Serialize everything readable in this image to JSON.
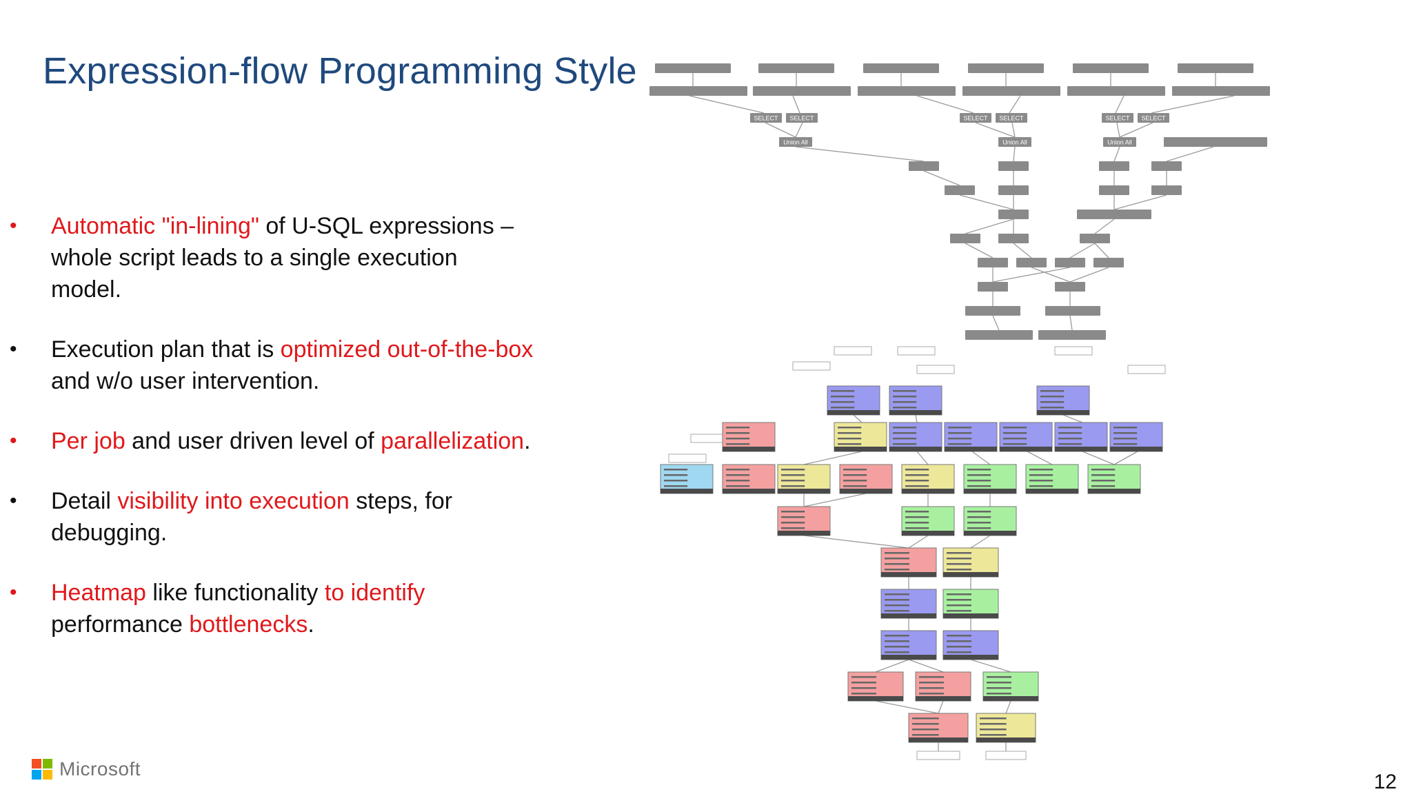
{
  "slide": {
    "title": "Expression-flow Programming Style",
    "page_number": "12",
    "logo_text": "Microsoft"
  },
  "bullets": [
    {
      "dot_color": "red",
      "segments": [
        {
          "text": "Automatic \"in-lining\"",
          "color": "red"
        },
        {
          "text": " of U-SQL expressions – whole script leads to a single execution model.",
          "color": "black"
        }
      ]
    },
    {
      "dot_color": "black",
      "segments": [
        {
          "text": "Execution plan that is ",
          "color": "black"
        },
        {
          "text": "optimized out-of-the-box",
          "color": "red"
        },
        {
          "text": " and w/o user intervention.",
          "color": "black"
        }
      ]
    },
    {
      "dot_color": "red",
      "segments": [
        {
          "text": "Per job",
          "color": "red"
        },
        {
          "text": " and user driven level of ",
          "color": "black"
        },
        {
          "text": "parallelization",
          "color": "red"
        },
        {
          "text": ".",
          "color": "black"
        }
      ]
    },
    {
      "dot_color": "black",
      "segments": [
        {
          "text": "Detail ",
          "color": "black"
        },
        {
          "text": "visibility into execution",
          "color": "red"
        },
        {
          "text": " steps, for debugging.",
          "color": "black"
        }
      ]
    },
    {
      "dot_color": "red",
      "segments": [
        {
          "text": "Heatmap",
          "color": "red"
        },
        {
          "text": " like functionality ",
          "color": "black"
        },
        {
          "text": "to identify",
          "color": "red"
        },
        {
          "text": " performance ",
          "color": "black"
        },
        {
          "text": "bottlenecks",
          "color": "red"
        },
        {
          "text": ".",
          "color": "black"
        }
      ]
    }
  ],
  "colors": {
    "title": "#1f497d",
    "accent_red": "#e0181b",
    "gray_node": "#8a8a8a",
    "heat_red": "#f4a0a0",
    "heat_yellow": "#ede79a",
    "heat_green": "#a8f0a0",
    "heat_blue": "#9a9af0",
    "heat_cyan": "#9fd8f0"
  },
  "plan_graph": {
    "row1": [
      "",
      "",
      "",
      "",
      "",
      ""
    ],
    "row2": [
      "",
      "",
      "",
      "",
      "",
      ""
    ],
    "select_labels": [
      "SELECT",
      "SELECT",
      "SELECT",
      "SELECT",
      "SELECT",
      "SELECT"
    ],
    "union_labels": [
      "Union All",
      "Union All",
      "Union All"
    ],
    "heat_rows": [
      [
        "blue",
        "blue",
        "blue"
      ],
      [
        "red",
        "yellow",
        "blue",
        "blue",
        "blue",
        "blue"
      ],
      [
        "cyan",
        "red",
        "yellow",
        "red",
        "yellow",
        "green",
        "green",
        "green"
      ],
      [
        "red",
        "green",
        "green"
      ],
      [
        "red",
        "yellow"
      ],
      [
        "blue",
        "green"
      ],
      [
        "blue",
        "blue"
      ],
      [
        "red",
        "red",
        "green"
      ],
      [
        "red",
        "yellow"
      ]
    ]
  }
}
